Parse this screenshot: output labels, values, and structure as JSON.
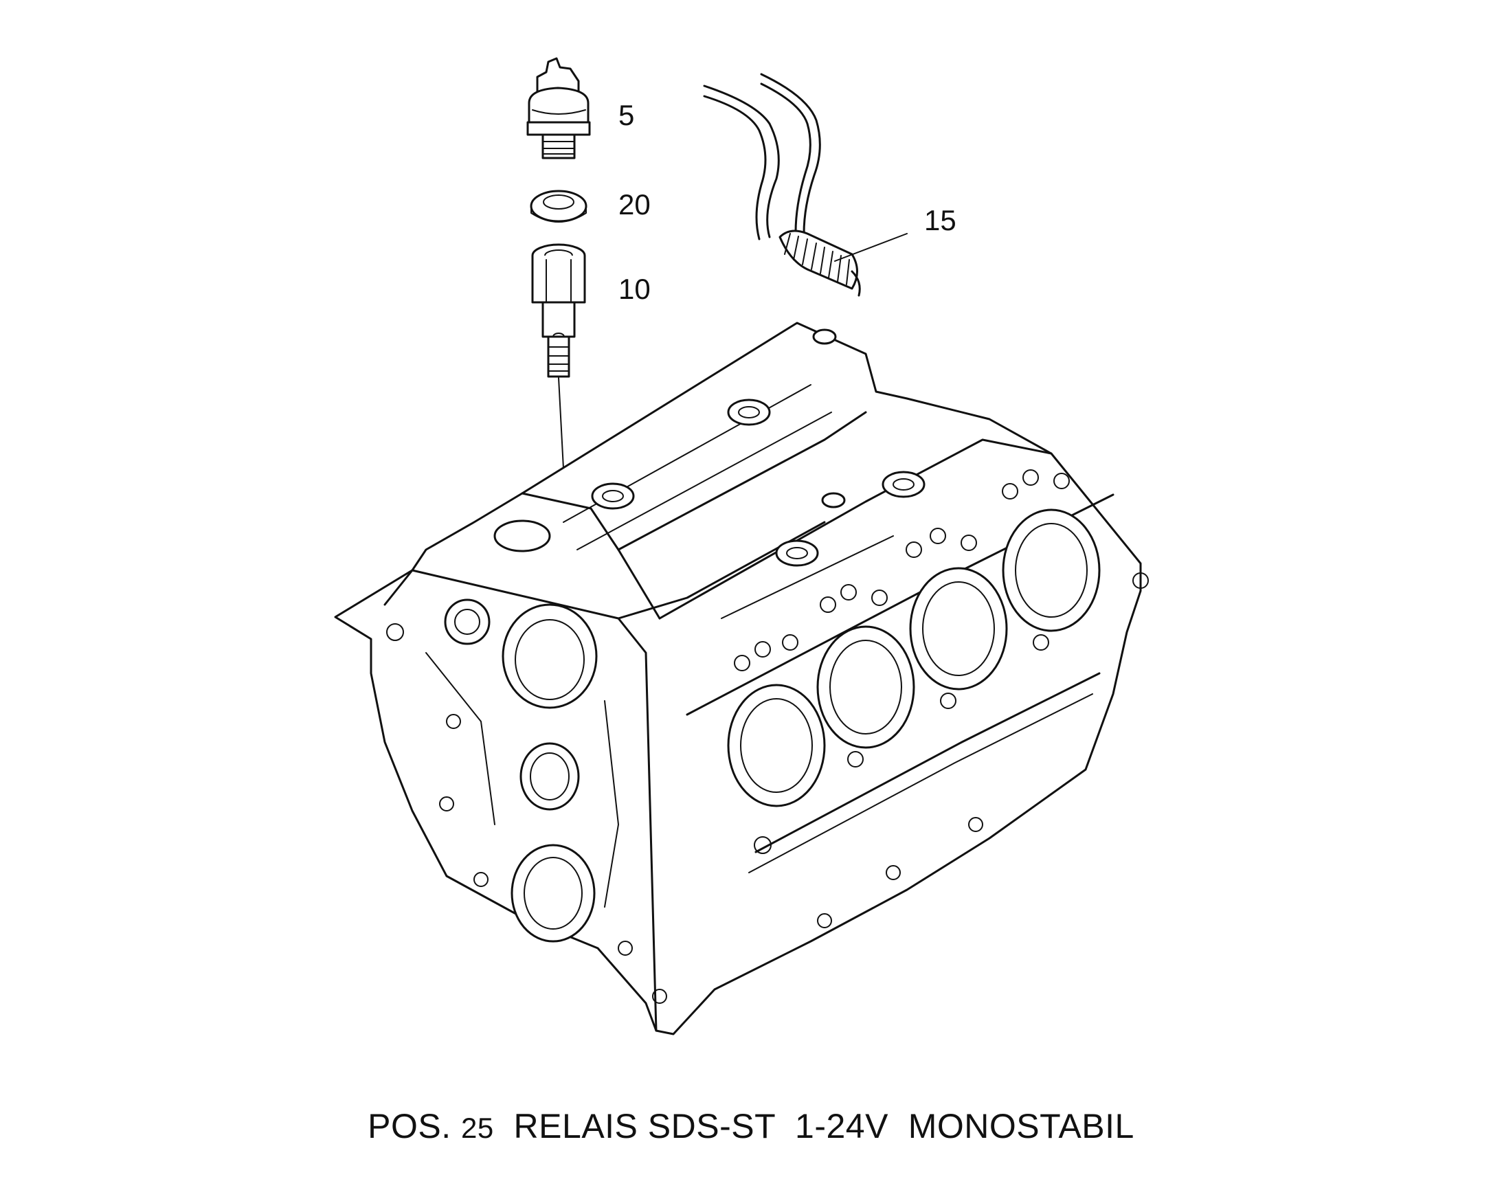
{
  "callouts": {
    "part_5": "5",
    "part_20": "20",
    "part_10": "10",
    "part_15": "15"
  },
  "caption": {
    "prefix": "POS.",
    "position_number": "25",
    "description": "RELAIS SDS-ST  1-24V  MONOSTABIL"
  }
}
